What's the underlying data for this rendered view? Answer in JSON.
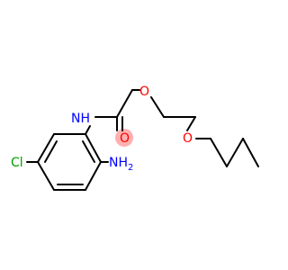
{
  "molecule": {
    "atom_labels": {
      "amide_nitrogen": "NH",
      "carbonyl_oxygen": "O",
      "ether_oxygen_1": "O",
      "ether_oxygen_2": "O",
      "chlorine": "Cl",
      "amine": "NH",
      "amine_subscript": "2"
    },
    "colors": {
      "bond": "#000000",
      "nitrogen": "#0000ff",
      "oxygen": "#ff0000",
      "chlorine": "#00a000",
      "carbonyl_highlight": "#ffb0b0"
    }
  }
}
